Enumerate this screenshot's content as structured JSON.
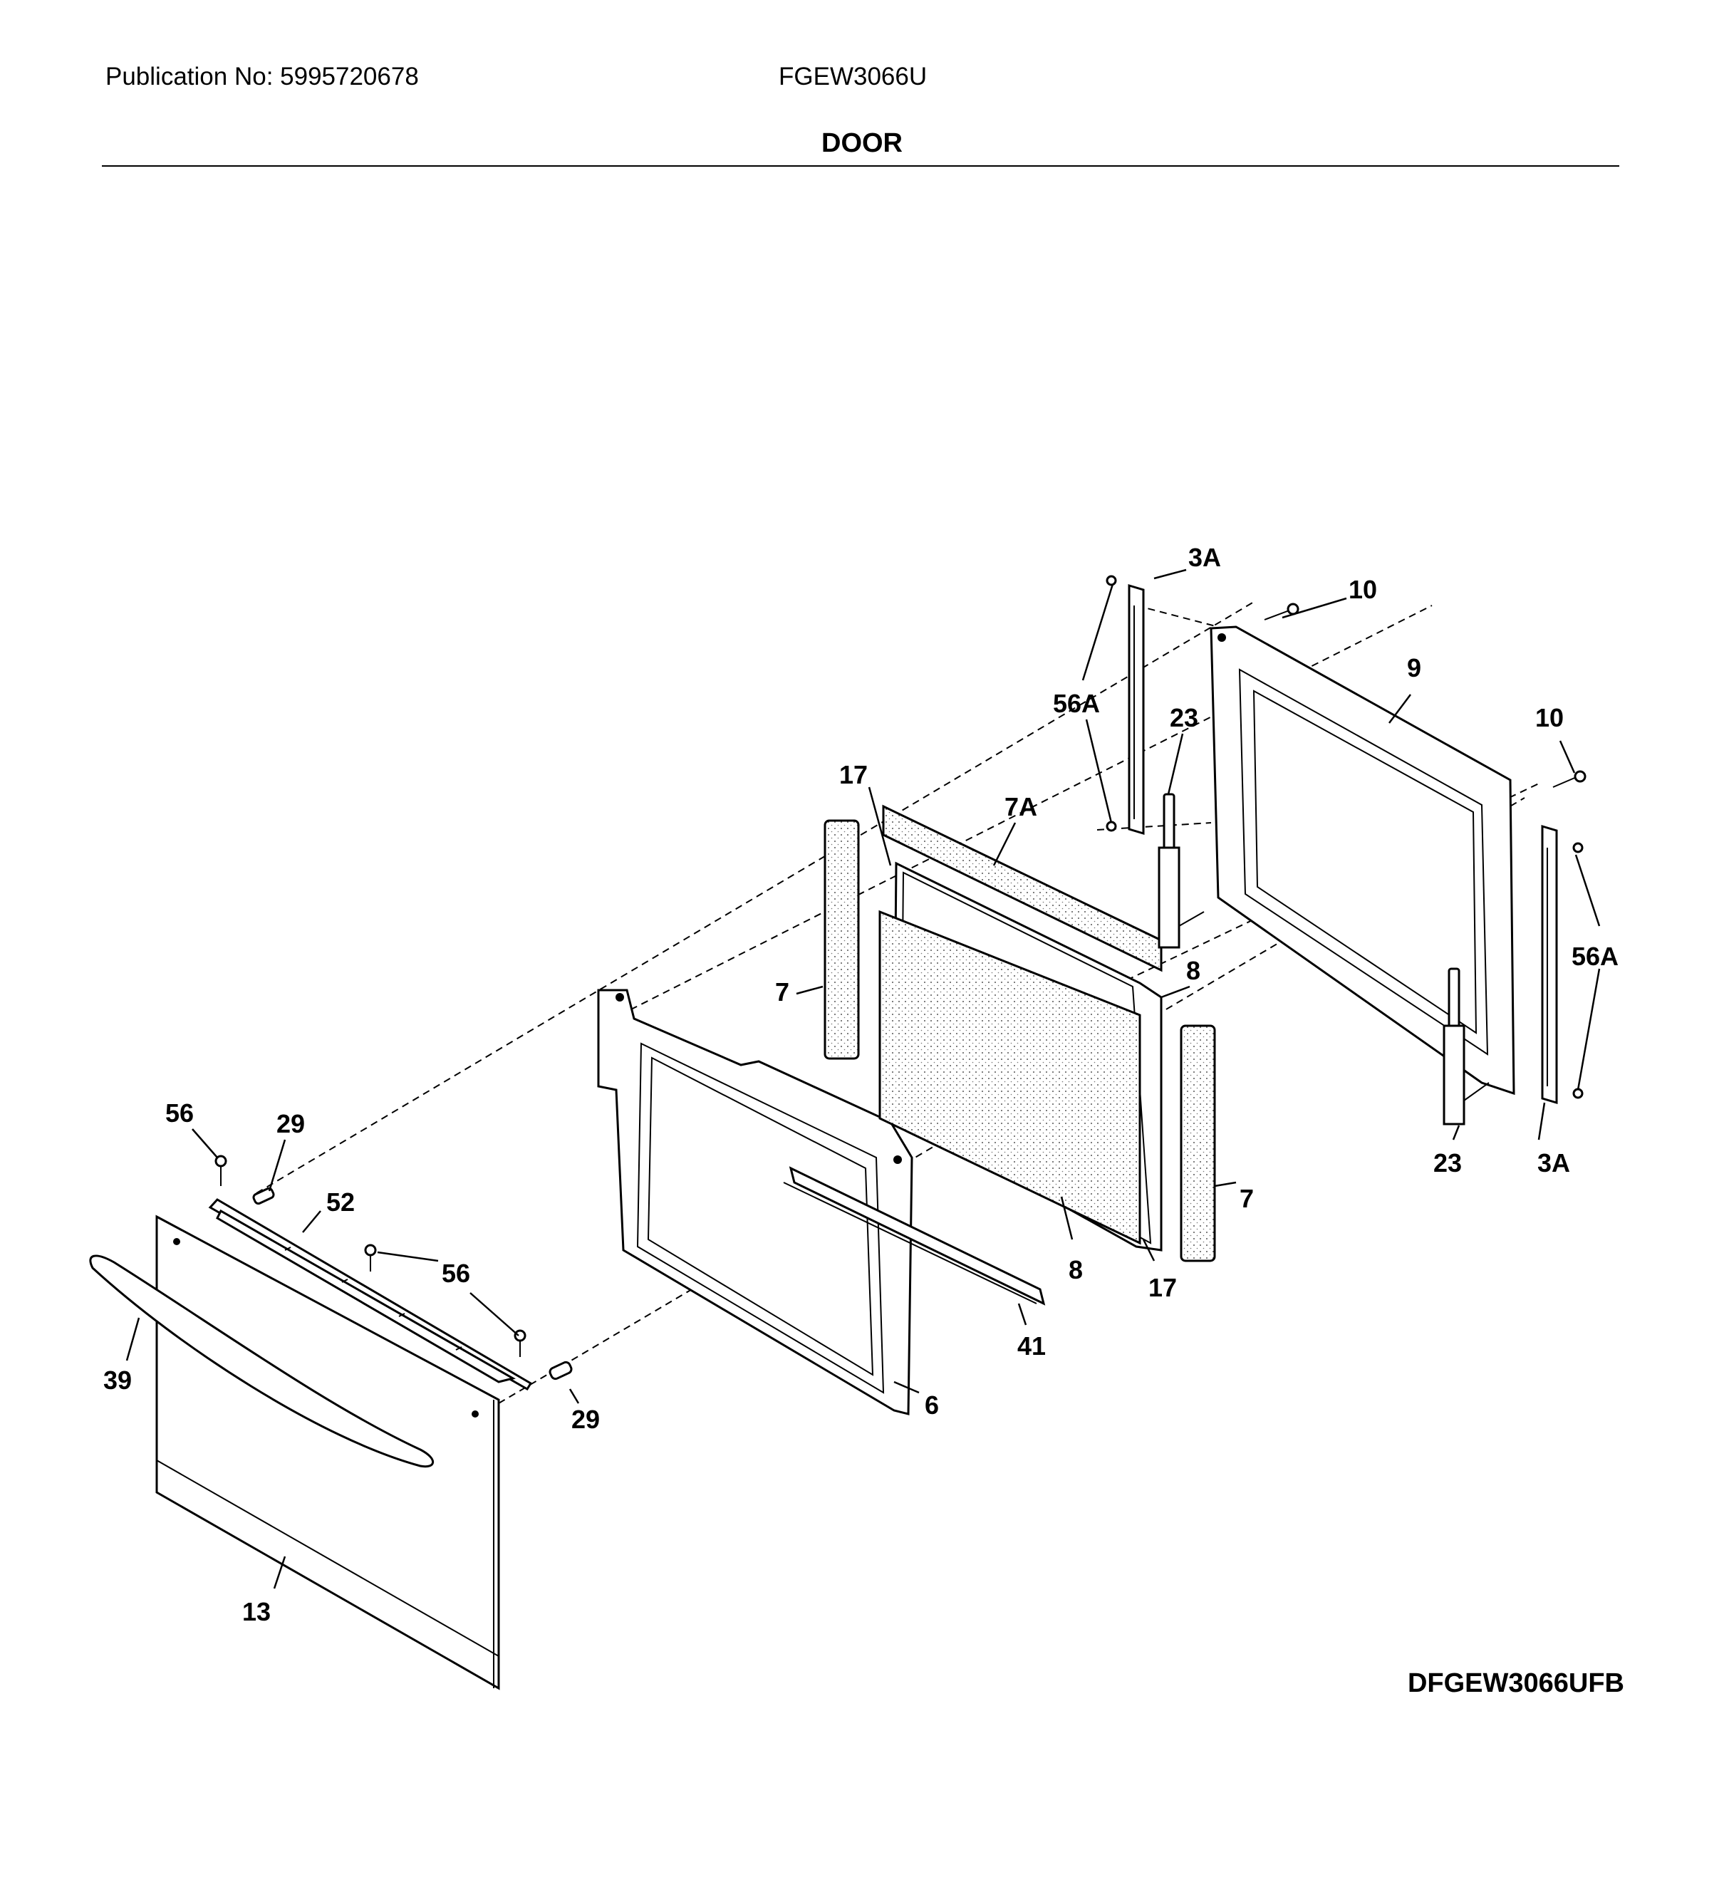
{
  "header": {
    "publication": "Publication No: 5995720678",
    "model": "FGEW3066U",
    "title": "DOOR"
  },
  "footer": {
    "diagram_code": "DFGEW3066UFB"
  },
  "callouts": {
    "c3a_top": "3A",
    "c10_top": "10",
    "c9": "9",
    "c56a_top": "56A",
    "c23_top": "23",
    "c10_right": "10",
    "c17_top": "17",
    "c7a": "7A",
    "c8_top": "8",
    "c7_left": "7",
    "c56a_right": "56A",
    "c56_left": "56",
    "c29_top": "29",
    "c52": "52",
    "c56_mid": "56",
    "c23_bottom": "23",
    "c3a_bottom": "3A",
    "c7_right": "7",
    "c8_bottom": "8",
    "c17_bottom": "17",
    "c41": "41",
    "c39": "39",
    "c29_bottom": "29",
    "c6": "6",
    "c13": "13"
  }
}
